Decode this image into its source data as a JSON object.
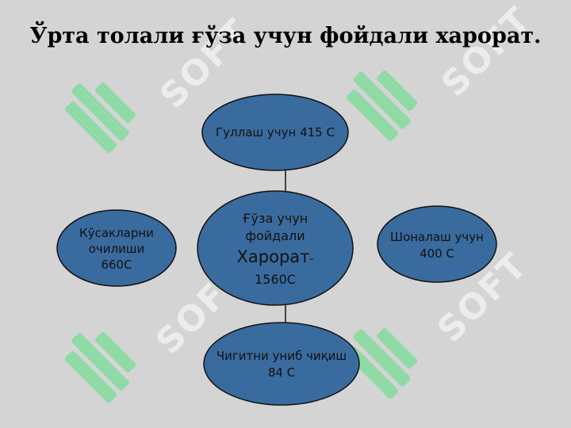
{
  "title": "Ўрта толали ғўза учун фойдали харорат.",
  "watermark": "SOFT",
  "colors": {
    "node_fill": "#3a6b9e",
    "node_stroke": "#111111",
    "background": "#d4d4d4"
  },
  "nodes": {
    "center": {
      "line1": "Ғўза учун",
      "line2": "фойдали",
      "line3": "Харорат",
      "line3_suffix": "-",
      "line4": "1560С"
    },
    "top": {
      "label": "Гуллаш учун 415 С"
    },
    "left": {
      "line1": "Кўсакларни",
      "line2": "очилиши",
      "line3": "660С"
    },
    "right": {
      "line1": "Шоналаш учун",
      "line2": "400 С"
    },
    "bottom": {
      "line1": "Чигитни униб чиқиш",
      "line2": "84 С"
    }
  }
}
